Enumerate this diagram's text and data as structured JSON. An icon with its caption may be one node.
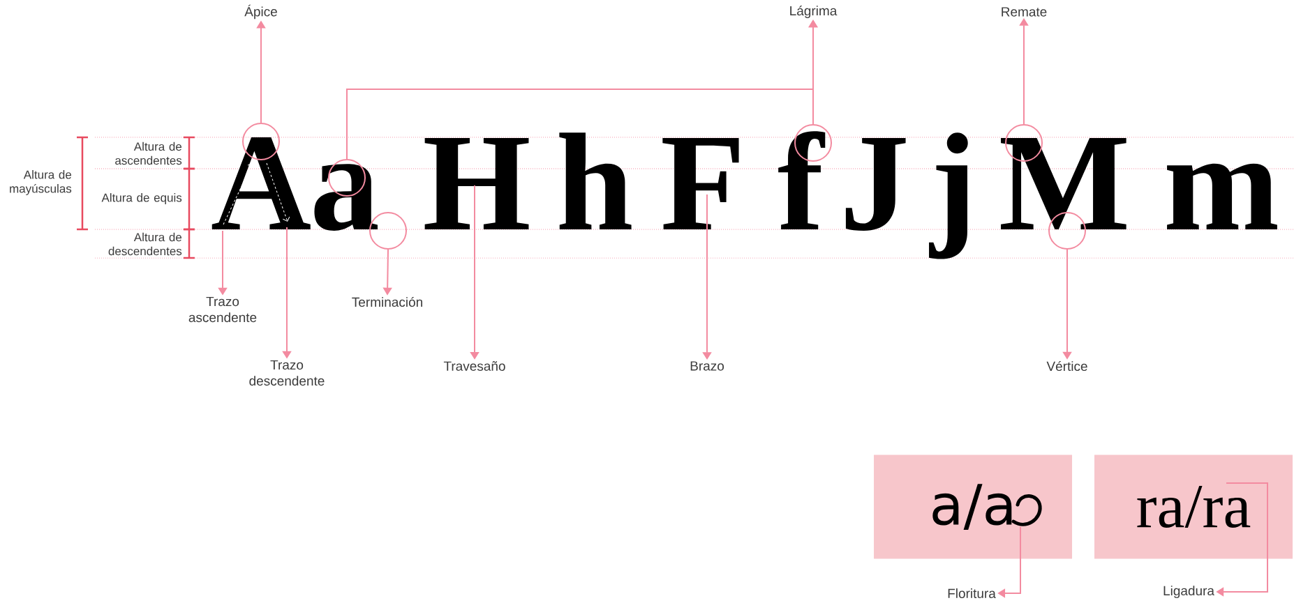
{
  "diagram": {
    "nodes": [
      {
        "text": [
          "Ápice"
        ]
      },
      {
        "text": [
          "Lágrima"
        ]
      },
      {
        "text": [
          "Remate"
        ]
      },
      {
        "text": [],
        "shape": "circle"
      },
      {
        "text": [],
        "shape": "circle"
      },
      {
        "text": [],
        "shape": "circle"
      },
      {
        "text": [],
        "shape": "circle"
      },
      {
        "text": [],
        "shape": "circle"
      },
      {
        "text": [],
        "shape": "circle"
      },
      {
        "text": [
          "Trazo ascendente"
        ]
      },
      {
        "text": [
          "Terminación"
        ]
      },
      {
        "text": [
          "Trazo descendente"
        ]
      },
      {
        "text": [
          "Travesaño"
        ]
      },
      {
        "text": [
          "Brazo"
        ]
      },
      {
        "text": [
          "Vértice"
        ]
      },
      {
        "text": [
          "a/a"
        ]
      },
      {
        "text": [
          "ra/ra"
        ]
      },
      {
        "text": [
          "Floritura"
        ]
      },
      {
        "text": [
          "Ligadura"
        ]
      },
      {
        "text": [
          "A"
        ]
      },
      {
        "text": [
          "a"
        ]
      },
      {
        "text": [
          "H"
        ]
      },
      {
        "text": [
          "h"
        ]
      },
      {
        "text": [
          "F"
        ]
      },
      {
        "text": [
          "f"
        ]
      },
      {
        "text": [
          "J"
        ]
      },
      {
        "text": [
          "j"
        ]
      },
      {
        "text": [
          "M"
        ]
      },
      {
        "text": [
          "m"
        ]
      }
    ],
    "edges": [
      {
        "from": 3,
        "to": 0,
        "arrow": "to"
      },
      {
        "from": 4,
        "to": 1,
        "arrow": "to"
      },
      {
        "from": 5,
        "to": 1,
        "arrow": "to"
      },
      {
        "from": 6,
        "to": 2,
        "arrow": "to"
      },
      {
        "from": 19,
        "to": 9,
        "arrow": "to"
      },
      {
        "from": 7,
        "to": 10,
        "arrow": "to"
      },
      {
        "from": 19,
        "to": 11,
        "arrow": "to"
      },
      {
        "from": 21,
        "to": 12,
        "arrow": "to"
      },
      {
        "from": 23,
        "to": 13,
        "arrow": "to"
      },
      {
        "from": 8,
        "to": 14,
        "arrow": "to"
      },
      {
        "from": 15,
        "to": 17,
        "arrow": "to"
      },
      {
        "from": 16,
        "to": 18,
        "arrow": "to"
      }
    ],
    "labels": [
      "Altura de ascendentes",
      "Altura de mayúsculas",
      "Altura de equis",
      "Altura de descendentes"
    ]
  }
}
